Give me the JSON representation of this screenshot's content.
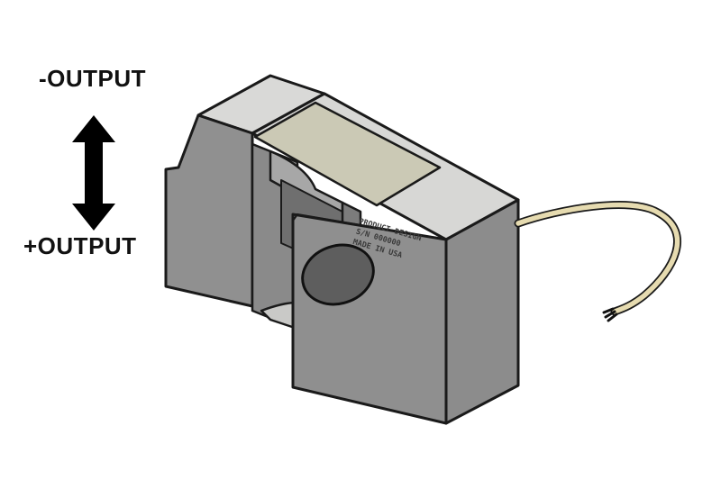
{
  "labels": {
    "negative_output": "-OUTPUT",
    "positive_output": "+OUTPUT"
  },
  "engraving": {
    "line1": "PRODUCT DESIGN",
    "line2": "S/N 000000",
    "line3": "MADE IN USA"
  },
  "colors": {
    "body_face": "#8f8f8f",
    "top_face": "#d6d6d4",
    "label_plate": "#cbc9b5",
    "cable": "#e6dbb0",
    "outline": "#1a1a1a"
  }
}
